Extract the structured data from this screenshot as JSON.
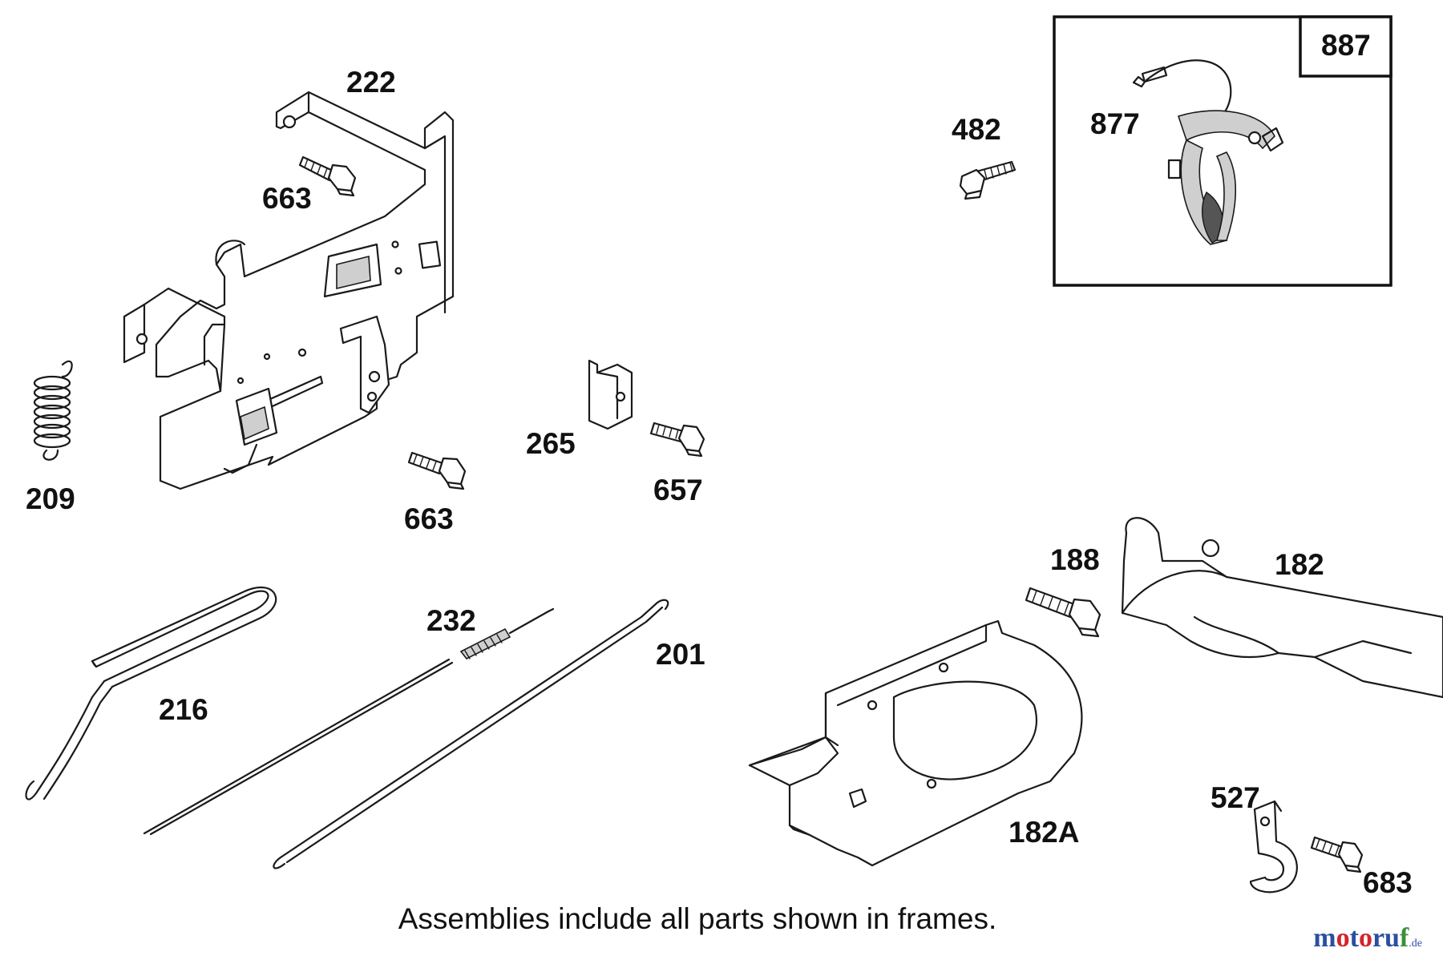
{
  "callouts": [
    {
      "id": "p887",
      "text": "887"
    },
    {
      "id": "p222",
      "text": "222"
    },
    {
      "id": "p482",
      "text": "482"
    },
    {
      "id": "p877",
      "text": "877"
    },
    {
      "id": "p663a",
      "text": "663"
    },
    {
      "id": "p209",
      "text": "209"
    },
    {
      "id": "p265",
      "text": "265"
    },
    {
      "id": "p657",
      "text": "657"
    },
    {
      "id": "p663b",
      "text": "663"
    },
    {
      "id": "p188",
      "text": "188"
    },
    {
      "id": "p182",
      "text": "182"
    },
    {
      "id": "p232",
      "text": "232"
    },
    {
      "id": "p201",
      "text": "201"
    },
    {
      "id": "p216",
      "text": "216"
    },
    {
      "id": "p182a",
      "text": "182A"
    },
    {
      "id": "p527",
      "text": "527"
    },
    {
      "id": "p683",
      "text": "683"
    }
  ],
  "footnote": "Assemblies include all parts shown in frames.",
  "watermark": {
    "brand_m": "m",
    "brand_o1": "o",
    "brand_t": "t",
    "brand_o2": "o",
    "brand_r": "r",
    "brand_u": "u",
    "brand_f": "f",
    "suffix": ".de",
    "colors": {
      "m": "#2b4fa0",
      "o": "#d4242a",
      "rest": "#2b4fa0",
      "f": "#3a8f3a"
    }
  }
}
